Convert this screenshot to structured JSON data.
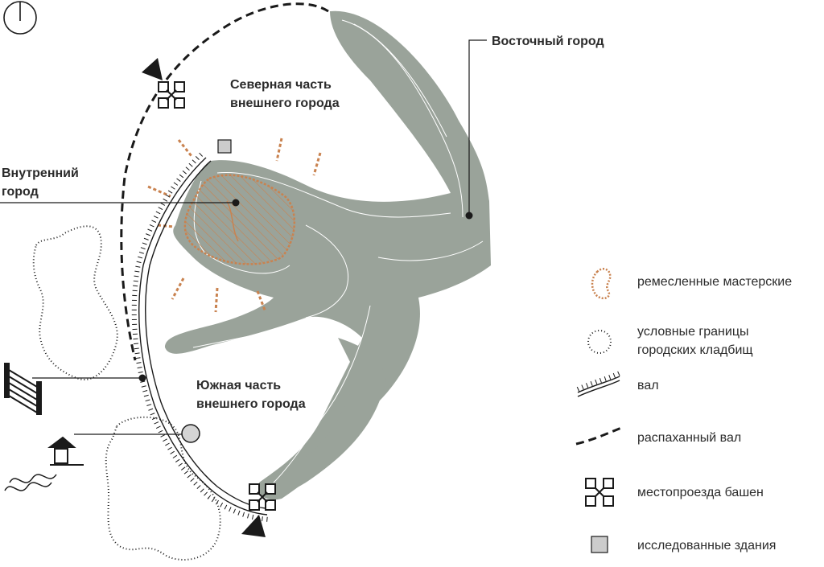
{
  "labels": {
    "east_city": "Восточный город",
    "north_outer_1": "Северная часть",
    "north_outer_2": "внешнего города",
    "inner_city_1": "Внутренний",
    "inner_city_2": "город",
    "south_outer_1": "Южная часть",
    "south_outer_2": "внешнего города"
  },
  "legend": {
    "workshops": "ремесленные мастерские",
    "cemeteries_1": "условные границы",
    "cemeteries_2": "городских кладбищ",
    "rampart": "вал",
    "plowed_rampart": "распаханный вал",
    "towers": "местопроезда башен",
    "buildings": "исследованные здания"
  },
  "colors": {
    "land": "#9aa39a",
    "workshop": "#c9824f",
    "building": "#cccccc",
    "ink": "#1a1a1a"
  },
  "icons": {
    "compass": "north-arrow-icon",
    "tower": "tower-icon",
    "building": "building-square-icon",
    "fence": "fence-icon",
    "well": "well-icon"
  }
}
